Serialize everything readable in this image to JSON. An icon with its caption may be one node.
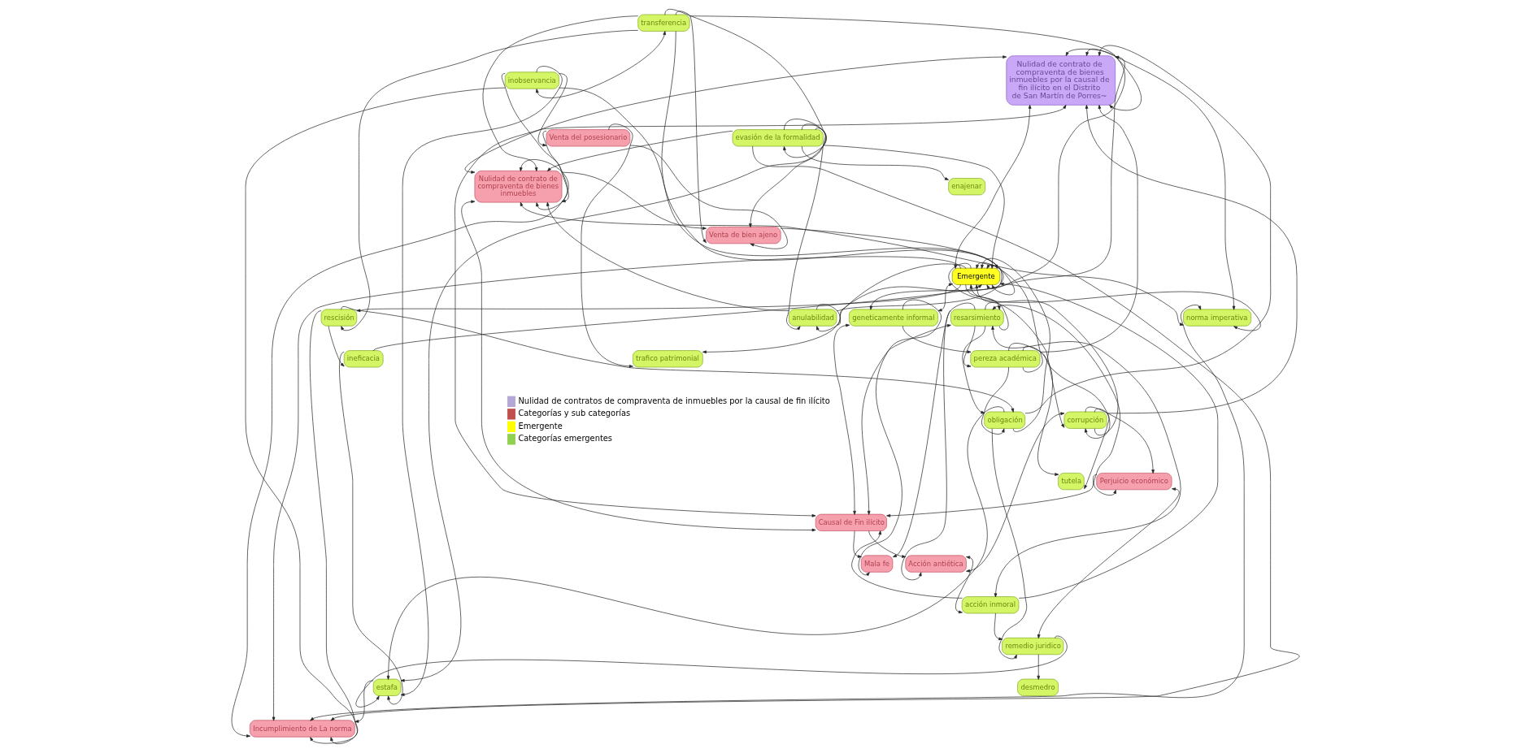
{
  "diagram": {
    "nodes": [
      {
        "text": [
          "Nulidad de contrato de compraventa de bienes inmuebles por la causal de fin ilícito en el Distrito de San Martín de Porres~"
        ]
      },
      {
        "text": [
          "Mala fe"
        ]
      },
      {
        "text": [
          "Nulidad de contrato de compraventa de bienes inmuebles"
        ]
      },
      {
        "text": [
          "Causal de Fin ilícito"
        ]
      },
      {
        "text": [
          "geneticamente informal"
        ]
      },
      {
        "text": [
          "Emergente"
        ]
      },
      {
        "text": [
          "Incumplimiento de La norma"
        ]
      },
      {
        "text": [
          "norma imperativa"
        ]
      },
      {
        "text": [
          "resarsimiento"
        ]
      },
      {
        "text": [
          "pereza académica"
        ]
      },
      {
        "text": [
          "transferencia"
        ]
      },
      {
        "text": [
          "Acción antiética"
        ]
      },
      {
        "text": [
          "Venta de bien ajeno"
        ]
      },
      {
        "text": [
          "acción inmoral"
        ]
      },
      {
        "text": [
          "corrupción"
        ]
      },
      {
        "text": [
          "rescisión"
        ]
      },
      {
        "text": [
          "inobservancia"
        ]
      },
      {
        "text": [
          "obligación"
        ]
      },
      {
        "text": [
          "ineficacia"
        ]
      },
      {
        "text": [
          "evasión de la formalidad"
        ]
      },
      {
        "text": [
          "Venta del posesionario"
        ]
      },
      {
        "text": [
          "Perjuicio económico"
        ]
      },
      {
        "text": [
          "remedio juridico"
        ]
      },
      {
        "text": [
          "estafa"
        ]
      },
      {
        "text": [
          "anulabilidad"
        ]
      },
      {
        "text": [
          "enajenar"
        ]
      },
      {
        "text": [
          "tutela"
        ]
      },
      {
        "text": [
          "desmedro"
        ]
      },
      {
        "text": [
          "trafico patrimonial"
        ]
      }
    ],
    "edges": [
      {
        "from": 0,
        "to": 2,
        "arrow": "both"
      },
      {
        "from": 5,
        "to": 0,
        "arrow": "both"
      },
      {
        "from": 4,
        "to": 0,
        "arrow": "both"
      },
      {
        "from": 3,
        "to": 0,
        "arrow": "both"
      },
      {
        "from": 3,
        "to": 2,
        "arrow": "both"
      },
      {
        "from": 3,
        "to": 4,
        "arrow": "both"
      },
      {
        "from": 3,
        "to": 1,
        "arrow": "to"
      },
      {
        "from": 4,
        "to": 1,
        "arrow": "to"
      },
      {
        "from": 8,
        "to": 1,
        "arrow": "to"
      },
      {
        "from": 8,
        "to": 3,
        "arrow": "both"
      },
      {
        "from": 3,
        "to": 11,
        "arrow": "to"
      },
      {
        "from": 21,
        "to": 3,
        "arrow": "to"
      },
      {
        "from": 13,
        "to": 3,
        "arrow": "to"
      },
      {
        "from": 4,
        "to": 9,
        "arrow": "to"
      },
      {
        "from": 5,
        "to": 4,
        "arrow": "both"
      },
      {
        "from": 5,
        "to": 6,
        "arrow": "to"
      },
      {
        "from": 2,
        "to": 6,
        "arrow": "both"
      },
      {
        "from": 7,
        "to": 6,
        "arrow": "both"
      },
      {
        "from": 7,
        "to": 2,
        "arrow": "both"
      },
      {
        "from": 7,
        "to": 0,
        "arrow": "both"
      },
      {
        "from": 10,
        "to": 2,
        "arrow": "to"
      },
      {
        "from": 16,
        "to": 2,
        "arrow": "to"
      },
      {
        "from": 19,
        "to": 2,
        "arrow": "to"
      },
      {
        "from": 24,
        "to": 2,
        "arrow": "to"
      },
      {
        "from": 2,
        "to": 12,
        "arrow": "to"
      },
      {
        "from": 20,
        "to": 2,
        "arrow": "to"
      },
      {
        "from": 16,
        "to": 6,
        "arrow": "to"
      },
      {
        "from": 19,
        "to": 6,
        "arrow": "to"
      },
      {
        "from": 15,
        "to": 6,
        "arrow": "to"
      },
      {
        "from": 23,
        "to": 6,
        "arrow": "to"
      },
      {
        "from": 8,
        "to": 11,
        "arrow": "to"
      },
      {
        "from": 11,
        "to": 13,
        "arrow": "both"
      },
      {
        "from": 11,
        "to": 14,
        "arrow": "both"
      },
      {
        "from": 8,
        "to": 9,
        "arrow": "to"
      },
      {
        "from": 8,
        "to": 14,
        "arrow": "to"
      },
      {
        "from": 8,
        "to": 17,
        "arrow": "to"
      },
      {
        "from": 8,
        "to": 21,
        "arrow": "both"
      },
      {
        "from": 8,
        "to": 13,
        "arrow": "both"
      },
      {
        "from": 13,
        "to": 22,
        "arrow": "to"
      },
      {
        "from": 17,
        "to": 22,
        "arrow": "to"
      },
      {
        "from": 14,
        "to": 21,
        "arrow": "to"
      },
      {
        "from": 21,
        "to": 22,
        "arrow": "both"
      },
      {
        "from": 22,
        "to": 27,
        "arrow": "to"
      },
      {
        "from": 22,
        "to": 23,
        "arrow": "to"
      },
      {
        "from": 17,
        "to": 23,
        "arrow": "to"
      },
      {
        "from": 18,
        "to": 23,
        "arrow": "to"
      },
      {
        "from": 19,
        "to": 23,
        "arrow": "to"
      },
      {
        "from": 16,
        "to": 23,
        "arrow": "to"
      },
      {
        "from": 9,
        "to": 14,
        "arrow": "to"
      },
      {
        "from": 9,
        "to": 17,
        "arrow": "to"
      },
      {
        "from": 9,
        "to": 26,
        "arrow": "to"
      },
      {
        "from": 14,
        "to": 26,
        "arrow": "to"
      },
      {
        "from": 15,
        "to": 18,
        "arrow": "to"
      },
      {
        "from": 15,
        "to": 17,
        "arrow": "to"
      },
      {
        "from": 10,
        "to": 15,
        "arrow": "to"
      },
      {
        "from": 10,
        "to": 19,
        "arrow": "to"
      },
      {
        "from": 10,
        "to": 16,
        "arrow": "both"
      },
      {
        "from": 10,
        "to": 12,
        "arrow": "to"
      },
      {
        "from": 16,
        "to": 20,
        "arrow": "to"
      },
      {
        "from": 19,
        "to": 24,
        "arrow": "to"
      },
      {
        "from": 19,
        "to": 25,
        "arrow": "to"
      },
      {
        "from": 19,
        "to": 12,
        "arrow": "to"
      },
      {
        "from": 24,
        "to": 28,
        "arrow": "to"
      },
      {
        "from": 20,
        "to": 28,
        "arrow": "to"
      },
      {
        "from": 20,
        "to": 12,
        "arrow": "to"
      },
      {
        "from": 5,
        "to": 15,
        "arrow": "to"
      },
      {
        "from": 5,
        "to": 24,
        "arrow": "to"
      },
      {
        "from": 5,
        "to": 8,
        "arrow": "to"
      },
      {
        "from": 5,
        "to": 7,
        "arrow": "to"
      },
      {
        "from": 8,
        "to": 5,
        "arrow": "to"
      },
      {
        "from": 9,
        "to": 5,
        "arrow": "to"
      },
      {
        "from": 14,
        "to": 5,
        "arrow": "to"
      },
      {
        "from": 17,
        "to": 5,
        "arrow": "to"
      },
      {
        "from": 18,
        "to": 5,
        "arrow": "to"
      },
      {
        "from": 24,
        "to": 5,
        "arrow": "to"
      },
      {
        "from": 10,
        "to": 5,
        "arrow": "to"
      },
      {
        "from": 19,
        "to": 5,
        "arrow": "to"
      },
      {
        "from": 16,
        "to": 5,
        "arrow": "to"
      },
      {
        "from": 12,
        "to": 5,
        "arrow": "to"
      },
      {
        "from": 13,
        "to": 5,
        "arrow": "to"
      },
      {
        "from": 14,
        "to": 0,
        "arrow": "to"
      },
      {
        "from": 17,
        "to": 0,
        "arrow": "to"
      },
      {
        "from": 9,
        "to": 0,
        "arrow": "to"
      },
      {
        "from": 24,
        "to": 0,
        "arrow": "to"
      },
      {
        "from": 10,
        "to": 0,
        "arrow": "to"
      }
    ],
    "legend": [
      {
        "text": "Nulidad de contratos de compraventa de inmuebles por la causal de fin ilícito",
        "color": "#b4a7d6"
      },
      {
        "text": "Categorías y sub categorías",
        "color": "#c0504d"
      },
      {
        "text": "Emergente",
        "color": "#ffff00"
      },
      {
        "text": "Categorías emergentes",
        "color": "#92d050"
      }
    ]
  }
}
